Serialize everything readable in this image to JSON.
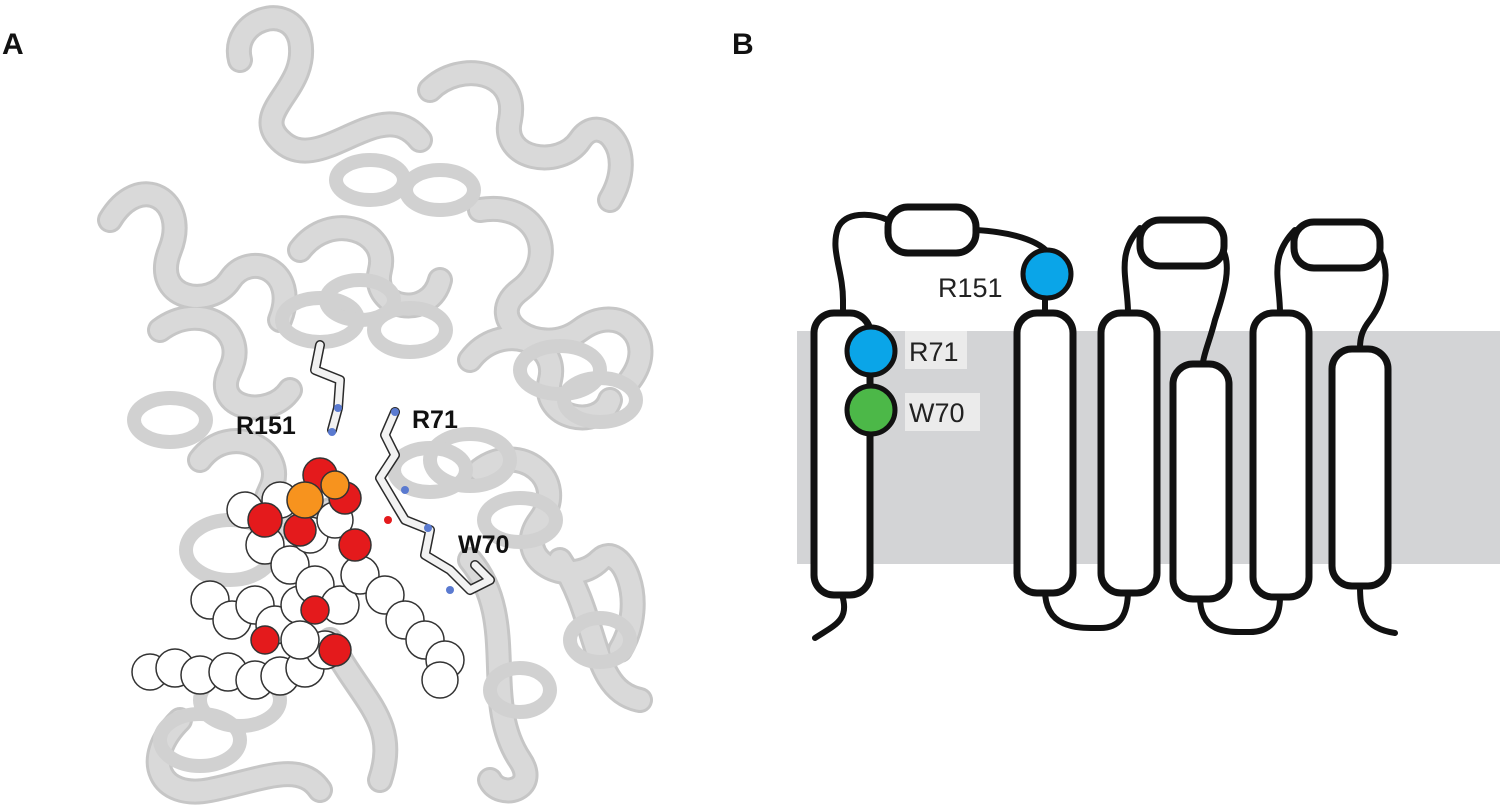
{
  "panels": {
    "a": {
      "letter": "A",
      "residue_labels": {
        "r151": "R151",
        "r71": "R71",
        "w70": "W70"
      }
    },
    "b": {
      "letter": "B",
      "residue_labels": {
        "r151": "R151",
        "r71": "R71",
        "w70": "W70"
      }
    }
  },
  "colors": {
    "arginine": "#0aa5e8",
    "tryptophan": "#4cb848",
    "oxygen": "#e41a1c",
    "phosphorus": "#f7931e",
    "carbon": "#ffffff",
    "nitrogen": "#5a7ad0",
    "membrane": "#d3d4d6",
    "ribbon": "#d8d8d8"
  }
}
